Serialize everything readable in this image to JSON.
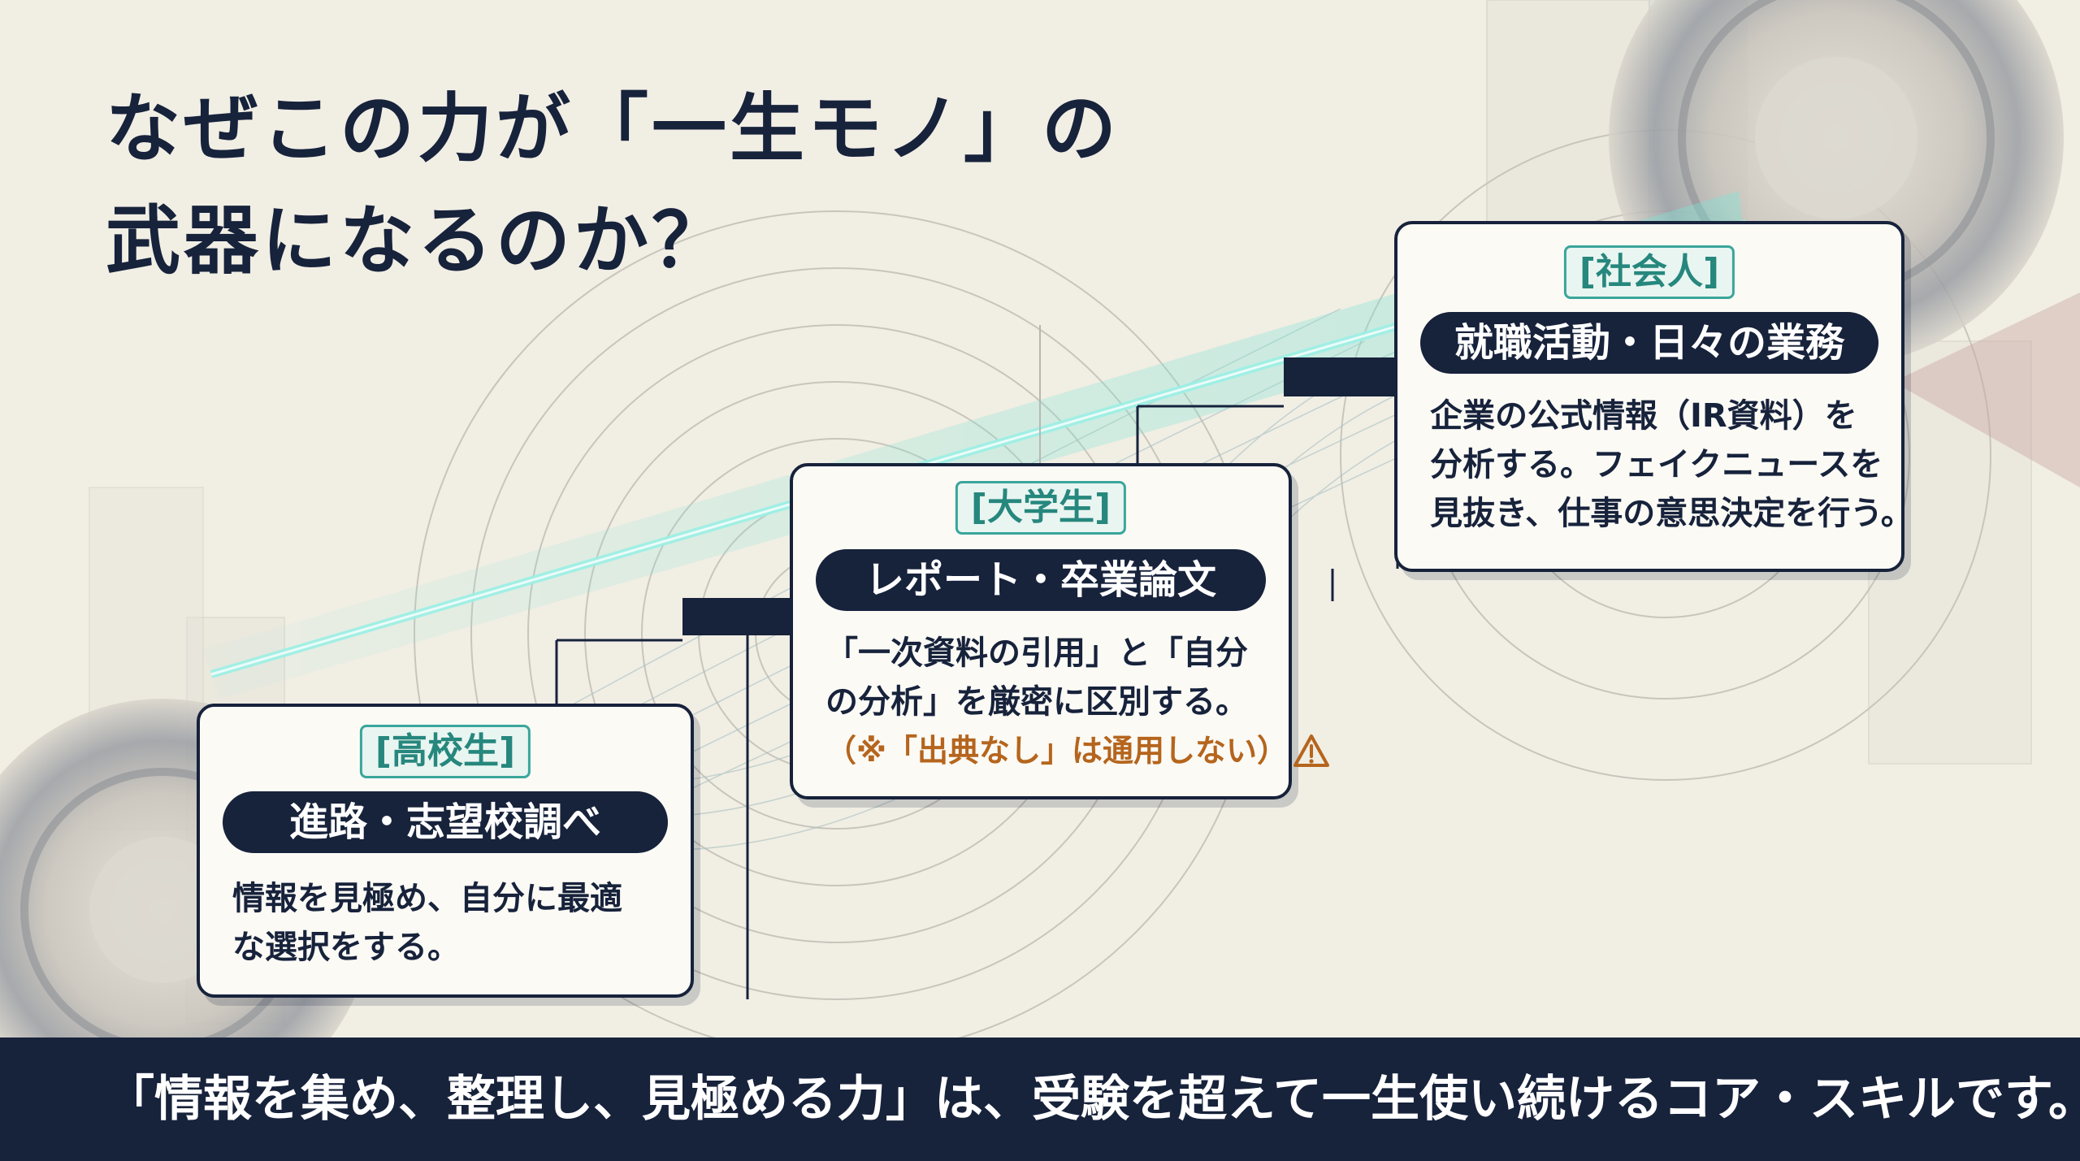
{
  "title": {
    "line1": "なぜこの力が「一生モノ」の",
    "line2": "武器になるのか？"
  },
  "stages": [
    {
      "label": "[高校生]",
      "heading": "進路・志望校調べ",
      "lines": [
        "情報を見極め、自分に最適",
        "な選択をする。"
      ]
    },
    {
      "label": "[大学生]",
      "heading": "レポート・卒業論文",
      "lines": [
        "「一次資料の引用」と「自分",
        "の分析」を厳密に区別する。"
      ],
      "note": "（※「出典なし」は通用しない）"
    },
    {
      "label": "[社会人]",
      "heading": "就職活動・日々の業務",
      "lines": [
        "企業の公式情報（IR資料）を",
        "分析する。フェイクニュースを",
        "見抜き、仕事の意思決定を行う。"
      ]
    }
  ],
  "footer": {
    "text": "「情報を集め、整理し、見極める力」は、受験を超えて一生使い続けるコア・スキルです。"
  },
  "icons": {
    "warning": "warning-icon"
  },
  "colors": {
    "navy": "#17223b",
    "teal": "#3aa69b",
    "glow": "#7fe3d6",
    "note": "#b5651d",
    "background": "#f1eee4"
  }
}
